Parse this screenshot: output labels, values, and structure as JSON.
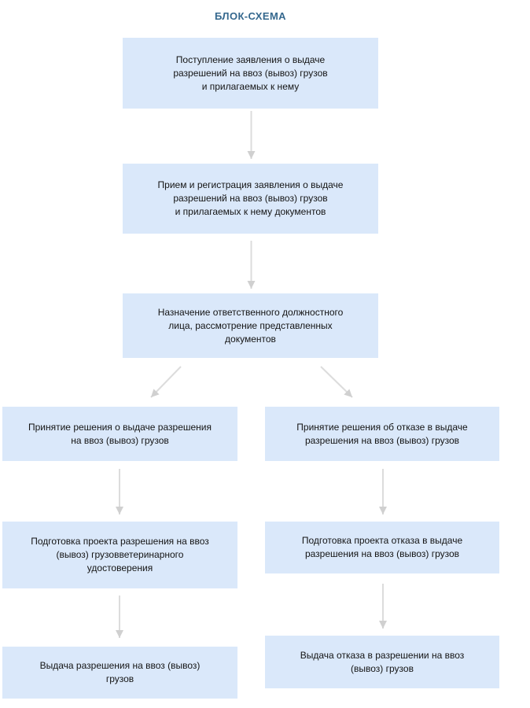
{
  "title": "БЛОК-СХЕМА",
  "colors": {
    "box_fill": "#dae8fa",
    "title_text": "#35688e",
    "box_text": "#141414",
    "arrow_line": "#dcdcdc",
    "arrow_head": "#d0d0d0",
    "background": "#ffffff"
  },
  "flowchart": {
    "main_column": [
      {
        "name": "application-received",
        "label": "Поступление заявления о выдаче\nразрешений на ввоз (вывоз) грузов\nи прилагаемых к нему"
      },
      {
        "name": "application-registration",
        "label": "Прием и регистрация заявления о выдаче\nразрешений на ввоз (вывоз) грузов\nи прилагаемых к нему документов"
      },
      {
        "name": "officer-assignment",
        "label": "Назначение ответственного должностного\nлица, рассмотрение представленных\nдокументов"
      }
    ],
    "left_branch": [
      {
        "name": "decision-issue",
        "label": "Принятие решения о выдаче разрешения\nна ввоз (вывоз) грузов"
      },
      {
        "name": "draft-permit",
        "label": "Подготовка проекта разрешения на ввоз\n(вывоз) грузовветеринарного\nудостоверения"
      },
      {
        "name": "issue-permit",
        "label": "Выдача разрешения на ввоз (вывоз)\nгрузов"
      }
    ],
    "right_branch": [
      {
        "name": "decision-refuse",
        "label": "Принятие решения об отказе в выдаче\nразрешения на ввоз (вывоз) грузов"
      },
      {
        "name": "draft-refusal",
        "label": "Подготовка проекта отказа в выдаче\nразрешения на ввоз (вывоз) грузов"
      },
      {
        "name": "issue-refusal",
        "label": "Выдача отказа в разрешении на ввоз\n(вывоз) грузов"
      }
    ],
    "connections": [
      {
        "from": "application-received",
        "to": "application-registration"
      },
      {
        "from": "application-registration",
        "to": "officer-assignment"
      },
      {
        "from": "officer-assignment",
        "to": "decision-issue"
      },
      {
        "from": "officer-assignment",
        "to": "decision-refuse"
      },
      {
        "from": "decision-issue",
        "to": "draft-permit"
      },
      {
        "from": "draft-permit",
        "to": "issue-permit"
      },
      {
        "from": "decision-refuse",
        "to": "draft-refusal"
      },
      {
        "from": "draft-refusal",
        "to": "issue-refusal"
      }
    ]
  }
}
